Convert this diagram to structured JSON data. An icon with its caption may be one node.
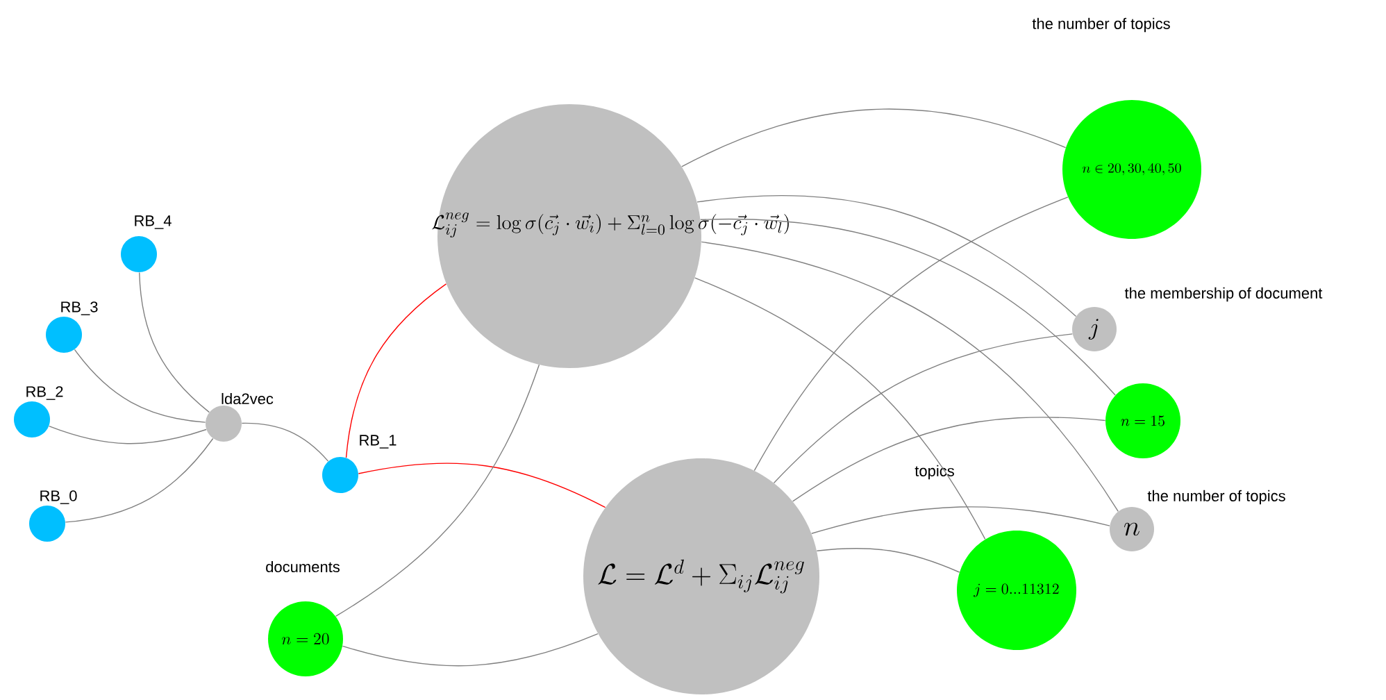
{
  "diagram": {
    "nodes": [
      {
        "text": [
          "RB_4"
        ]
      },
      {
        "text": [
          "RB_3"
        ]
      },
      {
        "text": [
          "RB_2"
        ]
      },
      {
        "text": [
          "RB_0"
        ]
      },
      {
        "text": [
          "lda2vec"
        ]
      },
      {
        "text": [
          "RB_1"
        ]
      },
      {
        "text": [
          "\\mathcal{L}^{neg}_{ij} = \\log\\sigma(\\vec{c_j}\\cdot\\vec{w_i}) + \\Sigma^{n}_{l=0}\\log\\sigma(-\\vec{c_j}\\cdot\\vec{w_l})"
        ]
      },
      {
        "text": [
          "n \\in 20, 30, 40, 50"
        ]
      },
      {
        "text": [
          "j"
        ],
        "beside": [
          "the membership of document"
        ]
      },
      {
        "text": [
          "n = 15"
        ]
      },
      {
        "text": [
          "n"
        ],
        "beside": [
          "the number of topics"
        ]
      },
      {
        "text": [
          "j = 0 ... 11312"
        ],
        "beside": [
          "topics"
        ]
      },
      {
        "text": [
          "\\mathcal{L} = \\mathcal{L}^{d} + \\Sigma_{ij}\\mathcal{L}^{neg}_{ij}"
        ]
      },
      {
        "text": [
          "n = 20"
        ],
        "beside": [
          "documents"
        ]
      }
    ],
    "edges": [
      {
        "from": 0,
        "to": 4,
        "arrow": "none"
      },
      {
        "from": 1,
        "to": 4,
        "arrow": "none"
      },
      {
        "from": 2,
        "to": 4,
        "arrow": "none"
      },
      {
        "from": 3,
        "to": 4,
        "arrow": "none"
      },
      {
        "from": 4,
        "to": 5,
        "arrow": "none"
      },
      {
        "from": 5,
        "to": 6,
        "arrow": "none",
        "color": "#ff0000"
      },
      {
        "from": 5,
        "to": 12,
        "arrow": "none",
        "color": "#ff0000"
      },
      {
        "from": 6,
        "to": 7,
        "arrow": "none"
      },
      {
        "from": 6,
        "to": 8,
        "arrow": "none"
      },
      {
        "from": 6,
        "to": 9,
        "arrow": "none"
      },
      {
        "from": 6,
        "to": 10,
        "arrow": "none"
      },
      {
        "from": 6,
        "to": 11,
        "arrow": "none"
      },
      {
        "from": 6,
        "to": 13,
        "arrow": "none"
      },
      {
        "from": 12,
        "to": 7,
        "arrow": "none"
      },
      {
        "from": 12,
        "to": 8,
        "arrow": "none"
      },
      {
        "from": 12,
        "to": 9,
        "arrow": "none"
      },
      {
        "from": 12,
        "to": 10,
        "arrow": "none"
      },
      {
        "from": 12,
        "to": 11,
        "arrow": "none"
      },
      {
        "from": 12,
        "to": 13,
        "arrow": "none"
      }
    ],
    "labels": [
      "the number of topics"
    ]
  }
}
